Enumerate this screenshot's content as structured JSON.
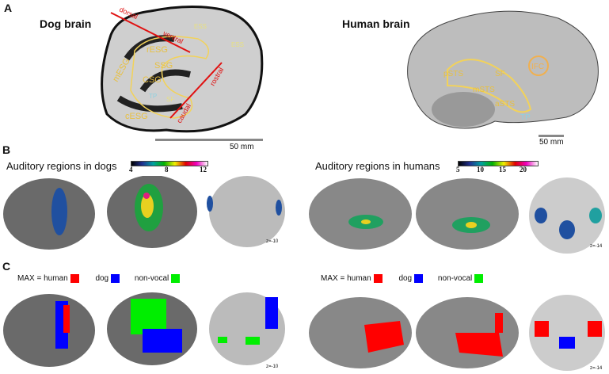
{
  "panels": {
    "a": "A",
    "b": "B",
    "c": "C"
  },
  "dog": {
    "title": "Dog brain",
    "scale": "50 mm",
    "labels": [
      "mESG",
      "rESG",
      "SSG",
      "CSG",
      "cESG",
      "ESS",
      "ESS",
      "SF",
      "TP"
    ],
    "axes": {
      "dorsal": "dorsal",
      "ventral": "ventral",
      "rostral": "rostral",
      "caudal": "caudal"
    },
    "auditory_title": "Auditory regions in dogs",
    "colorbar_ticks": [
      "4",
      "8",
      "12"
    ],
    "slice": "z=-10"
  },
  "human": {
    "title": "Human brain",
    "scale": "50 mm",
    "labels": [
      "pSTS",
      "mSTS",
      "aSTS",
      "SF",
      "IFC",
      "TP"
    ],
    "auditory_title": "Auditory regions in humans",
    "colorbar_ticks": [
      "5",
      "10",
      "15",
      "20"
    ],
    "slice": "z=-14"
  },
  "legend": {
    "max_human": "MAX = human",
    "dog": "dog",
    "nonvocal": "non-vocal",
    "colors": {
      "human": "#ff0000",
      "dog": "#0000ff",
      "nonvocal": "#00ee00"
    }
  },
  "colors": {
    "outline": "#f2d25a",
    "arrow": "#e01010",
    "tp": "#8fd0e0"
  }
}
